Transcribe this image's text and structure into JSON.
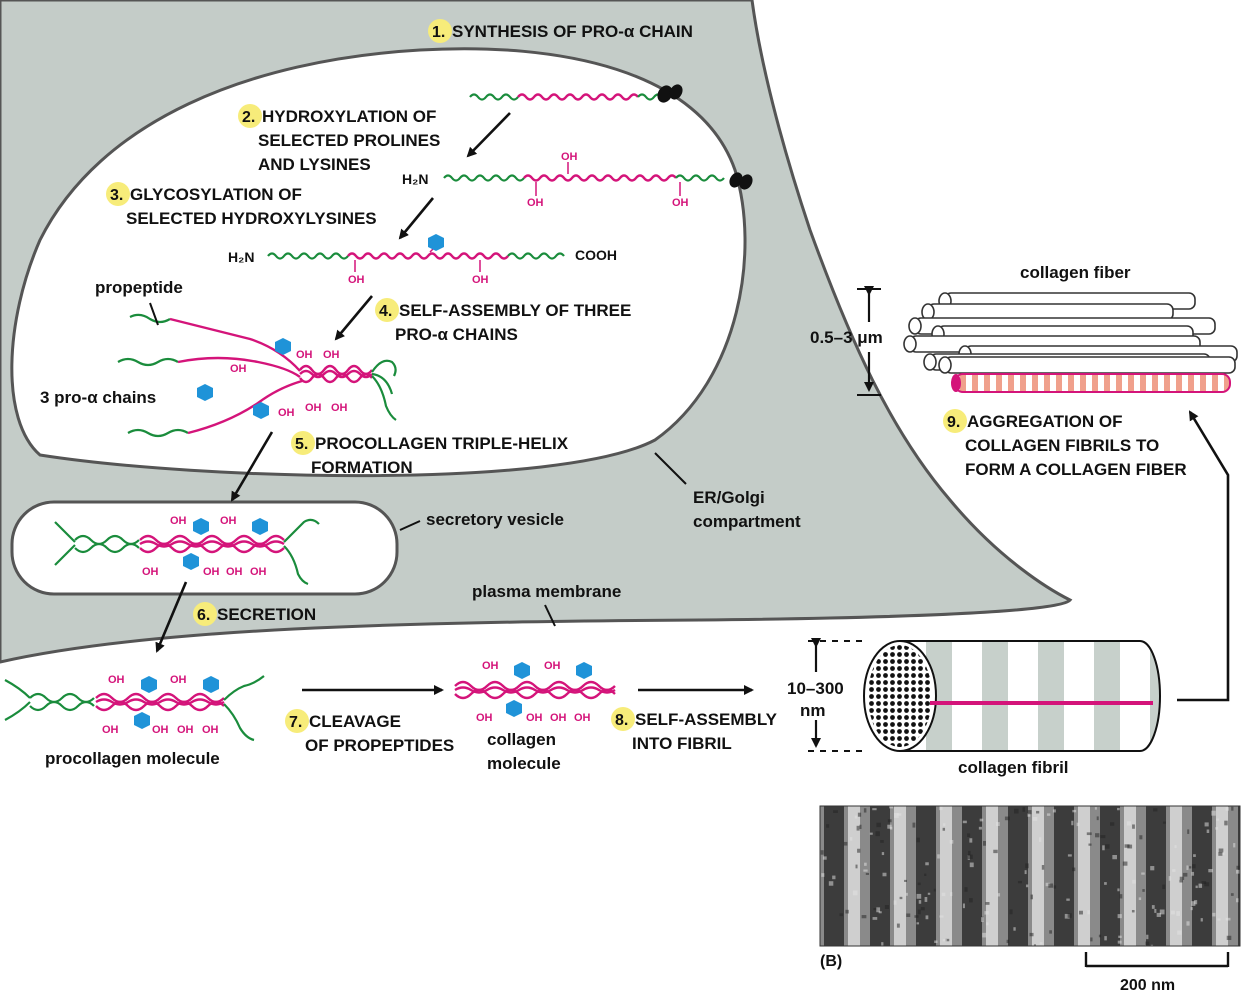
{
  "steps": {
    "s1": {
      "num": "1.",
      "text": "SYNTHESIS OF PRO-α CHAIN"
    },
    "s2": {
      "num": "2.",
      "lines": [
        "HYDROXYLATION OF",
        "SELECTED PROLINES",
        "AND LYSINES"
      ]
    },
    "s3": {
      "num": "3.",
      "lines": [
        "GLYCOSYLATION OF",
        "SELECTED HYDROXYLYSINES"
      ]
    },
    "s4": {
      "num": "4.",
      "lines": [
        "SELF-ASSEMBLY OF THREE",
        "PRO-α CHAINS"
      ]
    },
    "s5": {
      "num": "5.",
      "lines": [
        "PROCOLLAGEN TRIPLE-HELIX",
        "FORMATION"
      ]
    },
    "s6": {
      "num": "6.",
      "text": "SECRETION"
    },
    "s7": {
      "num": "7.",
      "lines": [
        "CLEAVAGE",
        "OF PROPEPTIDES"
      ]
    },
    "s8": {
      "num": "8.",
      "lines": [
        "SELF-ASSEMBLY",
        "INTO FIBRIL"
      ]
    },
    "s9": {
      "num": "9.",
      "lines": [
        "AGGREGATION OF",
        "COLLAGEN FIBRILS TO",
        "FORM A COLLAGEN FIBER"
      ]
    }
  },
  "labels": {
    "propeptide": "propeptide",
    "pro_chains": "3 pro-α chains",
    "secretory_vesicle": "secretory vesicle",
    "er_golgi": [
      "ER/Golgi",
      "compartment"
    ],
    "plasma_membrane": "plasma membrane",
    "procollagen_molecule": "procollagen molecule",
    "collagen_molecule": [
      "collagen",
      "molecule"
    ],
    "collagen_fibril": "collagen fibril",
    "collagen_fiber": "collagen fiber",
    "fiber_size": "0.5–3 μm",
    "fibril_size": [
      "10–300",
      "nm"
    ],
    "panel_b": "(B)",
    "scale_bar": "200 nm"
  },
  "chem": {
    "h2n": "H₂N",
    "cooh": "COOH",
    "oh": "OH"
  },
  "colors": {
    "cytoplasm": "#c4ccc8",
    "propeptide_green": "#1a8c3c",
    "collagen_pink": "#d4147a",
    "sugar_blue": "#1f93d8",
    "step_badge": "#f7ec7a"
  }
}
